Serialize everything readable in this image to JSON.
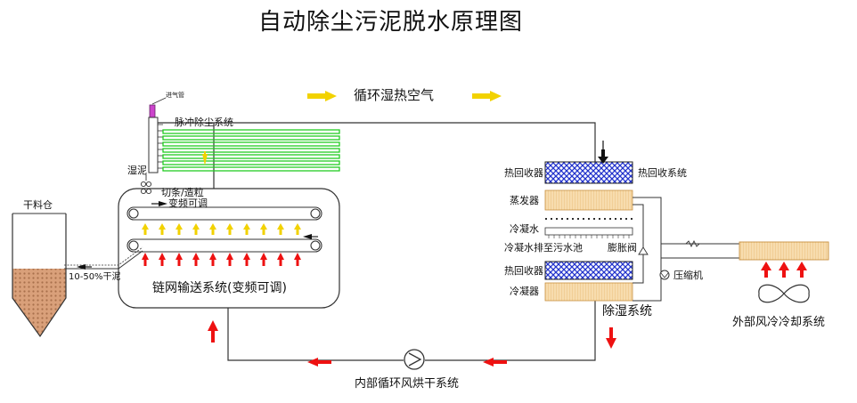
{
  "title": "自动除尘污泥脱水原理图",
  "labels": {
    "circulation_air": "循环湿热空气",
    "inlet": "进气管",
    "pulse_dust": "脉冲除尘系统",
    "wet_sludge": "湿泥",
    "cut_granulate": "切条/造粒",
    "vfd_top": "变频可调",
    "dry_silo": "干料仓",
    "dry_sludge": "10-50%干泥",
    "chain_conveyor": "链网输送系统(变频可调)",
    "heat_recovery_left_top": "热回收器",
    "heat_recovery_system": "热回收系统",
    "evaporator": "蒸发器",
    "condensate": "冷凝水",
    "condensate_drain": "冷凝水排至污水池",
    "expansion_valve": "膨胀阀",
    "heat_recovery_left_bottom": "热回收器",
    "compressor": "压缩机",
    "condenser": "冷凝器",
    "dehumidify_system": "除湿系统",
    "external_cooling": "外部风冷冷却系统",
    "internal_drying": "内部循环风烘干系统"
  },
  "colors": {
    "line": "#333333",
    "green_tube": "#22cc22",
    "yellow_arrow": "#f2d200",
    "red_arrow": "#ee1111",
    "blue_hatch": "#2233cc",
    "orange_fill": "#f5d5a0",
    "sludge_fill": "#d9a07a",
    "purple_inlet": "#cc44cc"
  },
  "icons": [
    "fan-icon",
    "pump-icon",
    "compressor-icon",
    "valve-icon"
  ]
}
